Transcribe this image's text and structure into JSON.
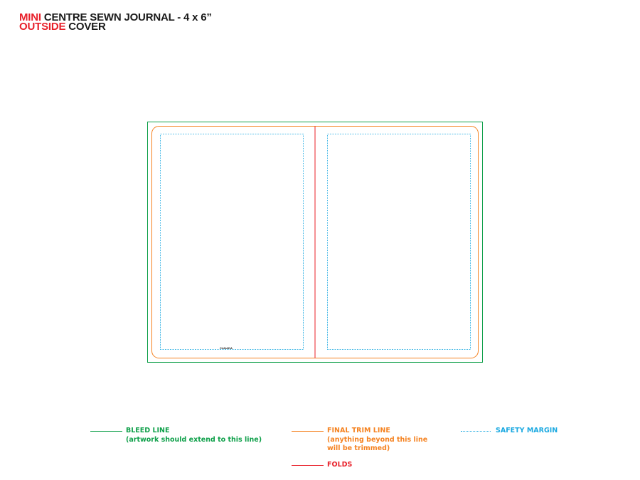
{
  "title": {
    "line1_highlight": "MINI",
    "line1_rest": " CENTRE SEWN JOURNAL - 4 x 6”",
    "line2_highlight": "OUTSIDE",
    "line2_rest": " COVER"
  },
  "template": {
    "spine_text": "CANADA"
  },
  "legend": {
    "bleed": {
      "label": "BLEED LINE",
      "note": "(artwork should extend to this line)",
      "color": "#0fa04a"
    },
    "trim": {
      "label": "FINAL TRIM LINE",
      "note_line1": "(anything beyond this line",
      "note_line2": "will be trimmed)",
      "color": "#f58220"
    },
    "safety": {
      "label": "SAFETY MARGIN",
      "color": "#1ba9e1"
    },
    "folds": {
      "label": "FOLDS",
      "color": "#e8202a"
    }
  }
}
